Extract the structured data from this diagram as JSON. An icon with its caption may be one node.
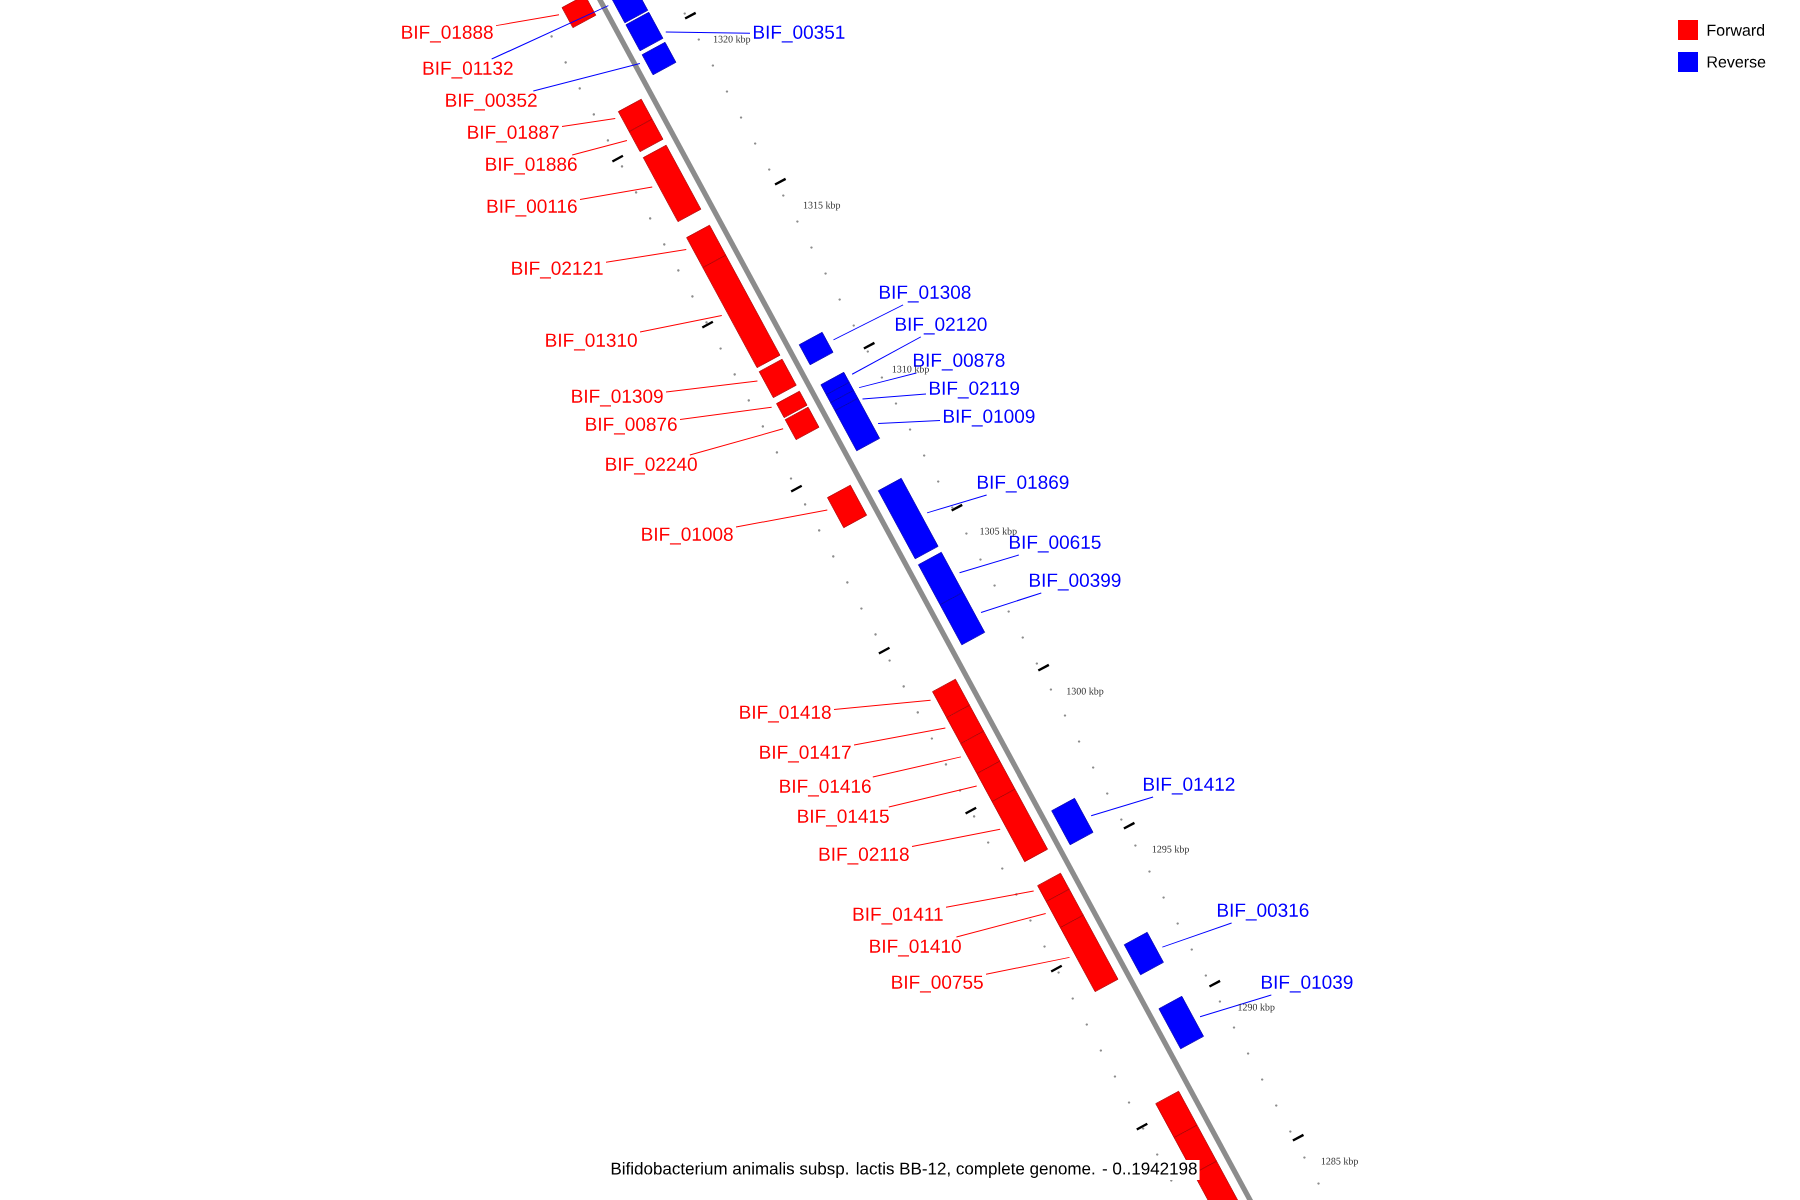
{
  "diagram": {
    "caption": "Bifidobacterium animalis subsp. lactis BB-12, complete genome. - 0..1942198",
    "nodes": [
      {
        "text": [
          "BIF_01888"
        ]
      },
      {
        "text": [
          "BIF_00351"
        ]
      },
      {
        "text": [
          "BIF_01132"
        ]
      },
      {
        "text": [
          "BIF_00352"
        ]
      },
      {
        "text": [
          "BIF_01887"
        ]
      },
      {
        "text": [
          "BIF_01886"
        ]
      },
      {
        "text": [
          "BIF_00116"
        ]
      },
      {
        "text": [
          "BIF_02121"
        ]
      },
      {
        "text": [
          "BIF_01308"
        ]
      },
      {
        "text": [
          "BIF_02120"
        ]
      },
      {
        "text": [
          "BIF_01310"
        ]
      },
      {
        "text": [
          "BIF_00878"
        ]
      },
      {
        "text": [
          "BIF_02119"
        ]
      },
      {
        "text": [
          "BIF_01309"
        ]
      },
      {
        "text": [
          "BIF_01009"
        ]
      },
      {
        "text": [
          "BIF_00876"
        ]
      },
      {
        "text": [
          "BIF_02240"
        ]
      },
      {
        "text": [
          "BIF_01869"
        ]
      },
      {
        "text": [
          "BIF_01008"
        ]
      },
      {
        "text": [
          "BIF_00615"
        ]
      },
      {
        "text": [
          "BIF_00399"
        ]
      },
      {
        "text": [
          "BIF_01418"
        ]
      },
      {
        "text": [
          "BIF_01417"
        ]
      },
      {
        "text": [
          "BIF_01412"
        ]
      },
      {
        "text": [
          "BIF_01416"
        ]
      },
      {
        "text": [
          "BIF_01415"
        ]
      },
      {
        "text": [
          "BIF_02118"
        ]
      },
      {
        "text": [
          "BIF_00316"
        ]
      },
      {
        "text": [
          "BIF_01411"
        ]
      },
      {
        "text": [
          "BIF_01410"
        ]
      },
      {
        "text": [
          "BIF_01039"
        ]
      },
      {
        "text": [
          "BIF_00755"
        ]
      },
      {
        "text": [],
        "shape": "box"
      },
      {
        "text": [],
        "shape": "box"
      },
      {
        "text": [],
        "shape": "box"
      },
      {
        "text": [],
        "shape": "box"
      },
      {
        "text": [],
        "shape": "box"
      },
      {
        "text": [],
        "shape": "box"
      },
      {
        "text": [],
        "shape": "box"
      },
      {
        "text": [],
        "shape": "box"
      },
      {
        "text": [],
        "shape": "box"
      },
      {
        "text": [],
        "shape": "box"
      },
      {
        "text": [],
        "shape": "box"
      },
      {
        "text": [],
        "shape": "box"
      },
      {
        "text": [],
        "shape": "box"
      },
      {
        "text": [],
        "shape": "box"
      },
      {
        "text": [],
        "shape": "box"
      },
      {
        "text": [],
        "shape": "box"
      },
      {
        "text": [],
        "shape": "box"
      },
      {
        "text": [],
        "shape": "box"
      },
      {
        "text": [],
        "shape": "box"
      },
      {
        "text": [],
        "shape": "box"
      },
      {
        "text": [],
        "shape": "box"
      },
      {
        "text": [],
        "shape": "box"
      },
      {
        "text": [],
        "shape": "box"
      },
      {
        "text": [],
        "shape": "box"
      },
      {
        "text": [],
        "shape": "box"
      },
      {
        "text": [],
        "shape": "box"
      },
      {
        "text": [],
        "shape": "box"
      },
      {
        "text": [],
        "shape": "box"
      },
      {
        "text": [],
        "shape": "box"
      },
      {
        "text": [],
        "shape": "box"
      },
      {
        "text": [],
        "shape": "box"
      },
      {
        "text": [],
        "shape": "box"
      },
      {
        "text": [],
        "shape": "box"
      },
      {
        "text": [],
        "shape": "box"
      },
      {
        "text": [],
        "shape": "box"
      }
    ],
    "edges": [
      {
        "from": 0,
        "to": 32,
        "arrow": "none"
      },
      {
        "from": 1,
        "to": 33,
        "arrow": "none",
        "color": "#0000ff"
      },
      {
        "from": 2,
        "to": 34,
        "arrow": "none",
        "color": "#0000ff"
      },
      {
        "from": 3,
        "to": 35,
        "arrow": "none",
        "color": "#0000ff"
      },
      {
        "from": 4,
        "to": 36,
        "arrow": "none"
      },
      {
        "from": 5,
        "to": 37,
        "arrow": "none"
      },
      {
        "from": 6,
        "to": 38,
        "arrow": "none"
      },
      {
        "from": 7,
        "to": 39,
        "arrow": "none"
      },
      {
        "from": 8,
        "to": 40,
        "arrow": "none",
        "color": "#0000ff"
      },
      {
        "from": 9,
        "to": 41,
        "arrow": "none",
        "color": "#0000ff"
      },
      {
        "from": 10,
        "to": 42,
        "arrow": "none"
      },
      {
        "from": 11,
        "to": 43,
        "arrow": "none",
        "color": "#0000ff"
      },
      {
        "from": 12,
        "to": 44,
        "arrow": "none",
        "color": "#0000ff"
      },
      {
        "from": 13,
        "to": 45,
        "arrow": "none"
      },
      {
        "from": 14,
        "to": 46,
        "arrow": "none",
        "color": "#0000ff"
      },
      {
        "from": 15,
        "to": 47,
        "arrow": "none"
      },
      {
        "from": 16,
        "to": 48,
        "arrow": "none"
      },
      {
        "from": 17,
        "to": 49,
        "arrow": "none",
        "color": "#0000ff"
      },
      {
        "from": 18,
        "to": 50,
        "arrow": "none"
      },
      {
        "from": 19,
        "to": 51,
        "arrow": "none",
        "color": "#0000ff"
      },
      {
        "from": 20,
        "to": 52,
        "arrow": "none",
        "color": "#0000ff"
      },
      {
        "from": 21,
        "to": 53,
        "arrow": "none"
      },
      {
        "from": 22,
        "to": 54,
        "arrow": "none"
      },
      {
        "from": 23,
        "to": 55,
        "arrow": "none",
        "color": "#0000ff"
      },
      {
        "from": 24,
        "to": 56,
        "arrow": "none"
      },
      {
        "from": 25,
        "to": 57,
        "arrow": "none"
      },
      {
        "from": 26,
        "to": 58,
        "arrow": "none"
      },
      {
        "from": 27,
        "to": 59,
        "arrow": "none",
        "color": "#0000ff"
      },
      {
        "from": 28,
        "to": 60,
        "arrow": "none"
      },
      {
        "from": 29,
        "to": 61,
        "arrow": "none"
      },
      {
        "from": 30,
        "to": 62,
        "arrow": "none",
        "color": "#0000ff"
      },
      {
        "from": 31,
        "to": 63,
        "arrow": "none"
      }
    ],
    "labels": [
      "1320 kbp",
      "1315 kbp",
      "1310 kbp",
      "1305 kbp",
      "1300 kbp",
      "1295 kbp",
      "1290 kbp",
      "1285 kbp"
    ],
    "legend": [
      {
        "text": "Forward",
        "color": "#ff0000"
      },
      {
        "text": "Reverse",
        "color": "#0000ff"
      }
    ]
  }
}
